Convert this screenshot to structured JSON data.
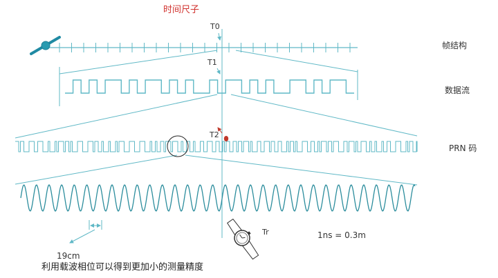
{
  "title": "时间尺子",
  "rows": {
    "frame": "帧结构",
    "data": "数据流",
    "prn": "PRN 码"
  },
  "markers": {
    "t0": "T0",
    "t1": "T1",
    "t2": "T2",
    "tr": "Tr"
  },
  "notes": {
    "resolution": "1ns = 0.3m",
    "wavelength": "19cm",
    "caption": "利用载波相位可以得到更加小的测量精度"
  },
  "colors": {
    "line": "#5fb8c6",
    "title": "#d0312d",
    "marker_dot": "#c0392b",
    "satellite": "#2a9bb0"
  },
  "icons": [
    "satellite-icon",
    "wristwatch-icon"
  ]
}
